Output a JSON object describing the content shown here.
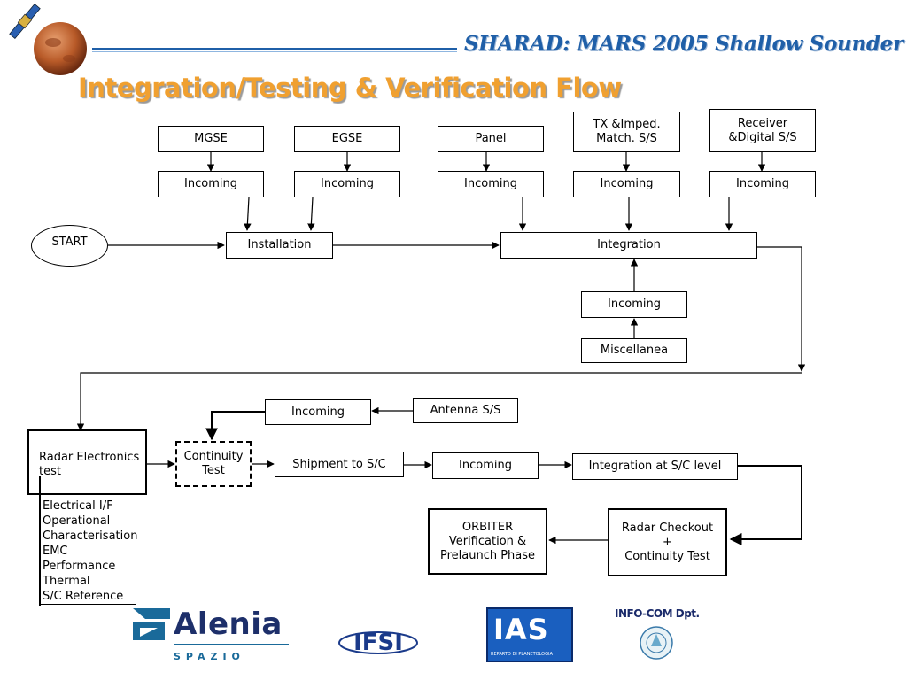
{
  "header": {
    "title": "SHARAD: MARS 2005 Shallow Sounder"
  },
  "slide": {
    "title": "Integration/Testing & Verification Flow"
  },
  "nodes": {
    "mgse": "MGSE",
    "egse": "EGSE",
    "panel": "Panel",
    "tx_l1": "TX &Imped.",
    "tx_l2": "Match. S/S",
    "rx_l1": "Receiver",
    "rx_l2": "&Digital S/S",
    "incoming": "Incoming",
    "start": "START",
    "installation": "Installation",
    "integration": "Integration",
    "miscellanea": "Miscellanea",
    "antenna": "Antenna S/S",
    "radar_test_l1": "Radar Electronics",
    "radar_test_l2": "test",
    "continuity_l1": "Continuity",
    "continuity_l2": "Test",
    "shipment": "Shipment to S/C",
    "integration_sc": "Integration at S/C level",
    "checkout_l1": "Radar Checkout",
    "checkout_l2": "+",
    "checkout_l3": "Continuity Test",
    "orbiter_l1": "ORBITER",
    "orbiter_l2": "Verification &",
    "orbiter_l3": "Prelaunch Phase"
  },
  "test_list": [
    "Electrical I/F",
    "Operational",
    "Characterisation",
    "EMC",
    "Performance",
    "Thermal",
    "S/C Reference"
  ],
  "logos": {
    "alenia": "Alenia",
    "alenia_sub": "SPAZIO",
    "ifsi": "IFSI",
    "ias": "IAS",
    "ias_sub": "REPARTO DI PLANETOLOGIA",
    "infocom": "INFO-COM Dpt."
  },
  "colors": {
    "header": "#1f5fa8",
    "title": "#f0a030",
    "alenia_blue": "#1a6a9a",
    "ias_blue": "#1a5fbf"
  }
}
